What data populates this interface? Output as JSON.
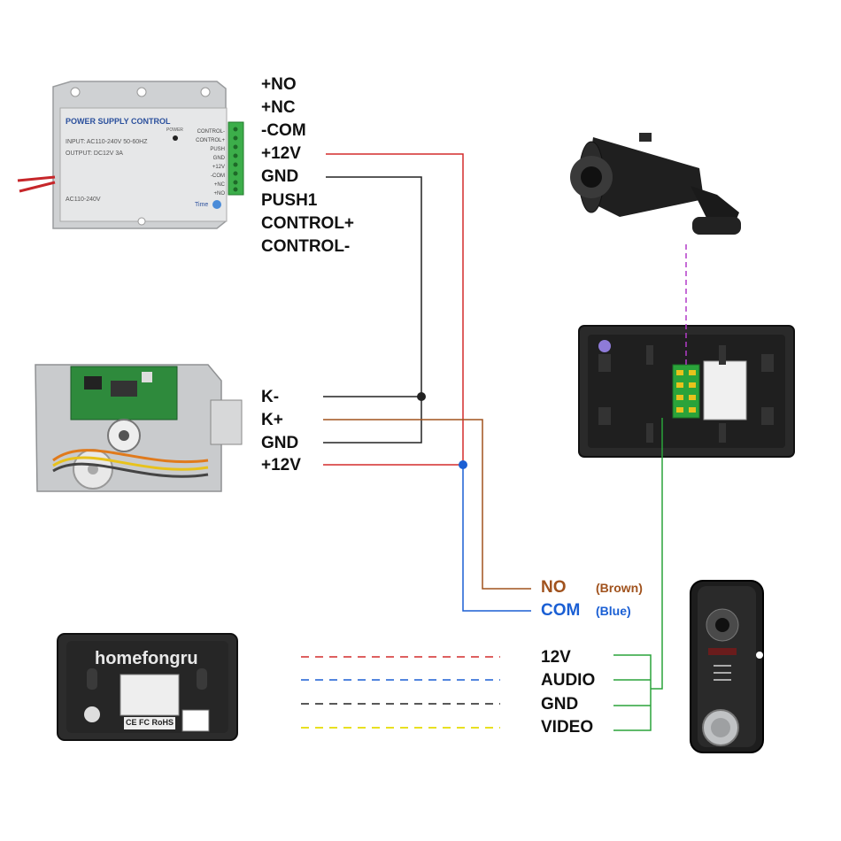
{
  "power_supply": {
    "title": "POWER SUPPLY CONTROL",
    "input_text": "INPUT: AC110-240V 50-60HZ",
    "output_text": "OUTPUT: DC12V  3A",
    "ac_text": "AC110-240V",
    "power_text": "POWER",
    "time_text": "Time",
    "terminal_labels": [
      "CONTROL-",
      "CONTROL+",
      "PUSH",
      "GND",
      "+12V",
      "-COM",
      "+NC",
      "+NO"
    ],
    "pin_labels": [
      "+NO",
      "+NC",
      "-COM",
      "+12V",
      "GND",
      "PUSH1",
      "CONTROL+",
      "CONTROL-"
    ]
  },
  "lock": {
    "pin_labels": [
      "K-",
      "K+",
      "GND",
      "+12V"
    ]
  },
  "monitor_back": {
    "brand": "homefongru",
    "cert_text": "CE FC RoHS"
  },
  "unlock_outputs": [
    {
      "name": "NO",
      "note": "(Brown)",
      "color": "#a0521d"
    },
    {
      "name": "COM",
      "note": "(Blue)",
      "color": "#1a5fd4"
    }
  ],
  "doorbell_pins": [
    "12V",
    "AUDIO",
    "GND",
    "VIDEO"
  ],
  "colors": {
    "red": "#d42b2b",
    "black": "#222222",
    "brown": "#a0521d",
    "blue": "#1a5fd4",
    "green": "#2aa33a",
    "magenta": "#b43cc8",
    "yellow": "#e8e021"
  }
}
